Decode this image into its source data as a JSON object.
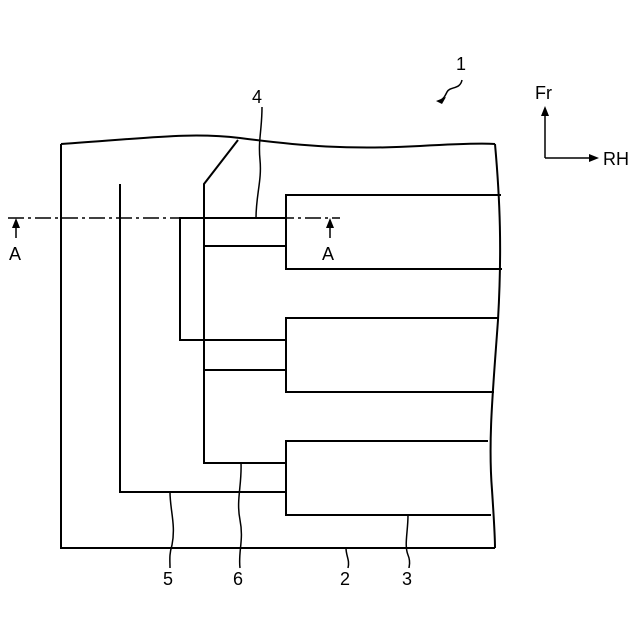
{
  "figure_number_label": "1",
  "orientation": {
    "forward_label": "Fr",
    "right_label": "RH"
  },
  "section": {
    "left_label": "A",
    "right_label": "A"
  },
  "reference_numerals": {
    "body": "2",
    "blocks": "3",
    "upper_lead": "4",
    "outer_line": "5",
    "inner_line": "6"
  }
}
